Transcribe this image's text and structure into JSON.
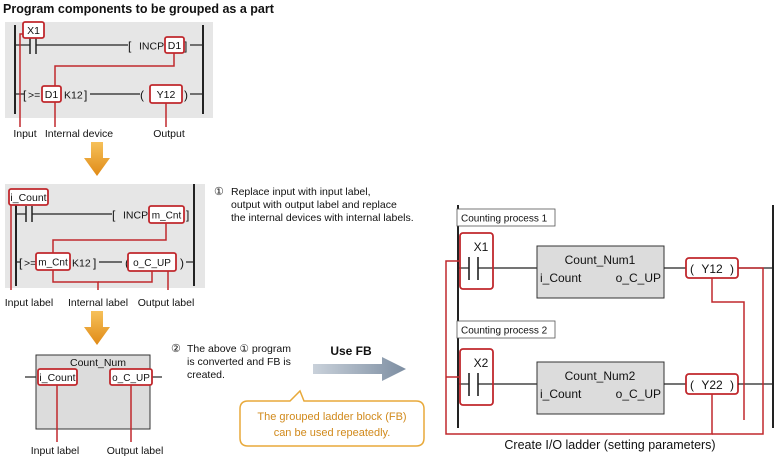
{
  "title": "Program components to be grouped as a part",
  "panel1": {
    "contact": "X1",
    "incp": "INCP",
    "device": "D1",
    "compare_op": ">=",
    "compare_device": "D1",
    "compare_const": "K12",
    "coil": "Y12",
    "label_input": "Input",
    "label_internal": "Internal device",
    "label_output": "Output"
  },
  "step1": {
    "marker": "①",
    "lines": [
      "Replace input with input label,",
      "output with output label and replace",
      "the internal devices with internal labels."
    ]
  },
  "panel2": {
    "contact": "i_Count",
    "incp": "INCP",
    "device": "m_Cnt",
    "compare_op": ">=",
    "compare_device": "m_Cnt",
    "compare_const": "K12",
    "coil": "o_C_UP",
    "label_input": "Input label",
    "label_internal": "Internal label",
    "label_output": "Output label"
  },
  "step2": {
    "marker": "②",
    "lines": [
      "The above ① program",
      "is converted and FB is",
      "created."
    ]
  },
  "fb": {
    "name": "Count_Num",
    "input": "i_Count",
    "output": "o_C_UP",
    "label_input": "Input label",
    "label_output": "Output label"
  },
  "use_fb": "Use FB",
  "callout": {
    "lines": [
      "The grouped ladder block (FB)",
      "can be used repeatedly."
    ]
  },
  "process1": {
    "title": "Counting process 1",
    "contact": "X1",
    "fb_name": "Count_Num1",
    "fb_in": "i_Count",
    "fb_out": "o_C_UP",
    "coil": "Y12"
  },
  "process2": {
    "title": "Counting process 2",
    "contact": "X2",
    "fb_name": "Count_Num2",
    "fb_in": "i_Count",
    "fb_out": "o_C_UP",
    "coil": "Y22"
  },
  "caption": "Create I/O ladder (setting parameters)",
  "colors": {
    "highlight": "#c0282d",
    "panel": "#e6e6e6",
    "arrow_orange": "#e89c22",
    "arrow_gray": "#8796a6",
    "callout_border": "#e8a93a",
    "callout_text": "#d18a1c"
  }
}
